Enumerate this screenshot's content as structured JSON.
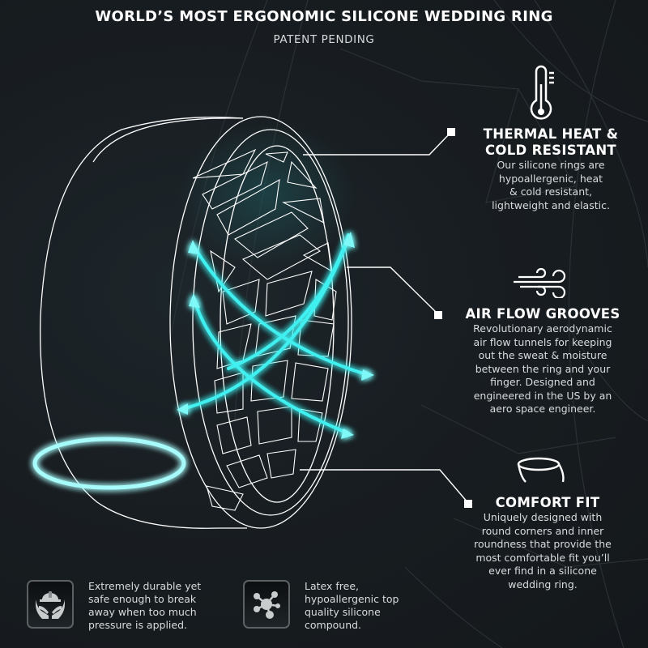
{
  "header": {
    "title": "WORLD’S MOST ERGONOMIC SILICONE WEDDING RING",
    "subtitle": "PATENT PENDING"
  },
  "features": [
    {
      "icon": "thermometer-icon",
      "heading_lines": [
        "THERMAL HEAT &",
        "COLD RESISTANT"
      ],
      "description_lines": [
        "Our silicone rings are",
        "hypoallergenic, heat",
        "& cold resistant,",
        "lightweight and elastic."
      ]
    },
    {
      "icon": "wind-icon",
      "heading_lines": [
        "AIR FLOW GROOVES"
      ],
      "description_lines": [
        "Revolutionary aerodynamic",
        "air flow tunnels for keeping",
        "out the sweat & moisture",
        "between the ring and your",
        "finger. Designed and",
        "engineered in the US by an",
        "aero space engineer."
      ]
    },
    {
      "icon": "ring-band-icon",
      "heading_lines": [
        "COMFORT FIT"
      ],
      "description_lines": [
        "Uniquely designed with",
        "round corners and inner",
        "roundness that provide the",
        "most comfortable fit you’ll",
        "ever find in a silicone",
        "wedding ring."
      ]
    }
  ],
  "bottom_items": [
    {
      "icon": "hands-holding-hard-hat-icon",
      "text_lines": [
        "Extremely durable yet",
        "safe enough to break",
        "away when too much",
        "pressure is applied."
      ]
    },
    {
      "icon": "molecule-icon",
      "text_lines": [
        "Latex free,",
        "hypoallergenic top",
        "quality silicone",
        "compound."
      ]
    }
  ],
  "colors": {
    "background": "#181d21",
    "accent_glow": "#2ee6e6",
    "line": "#ffffff",
    "text": "#d9dcdd"
  }
}
